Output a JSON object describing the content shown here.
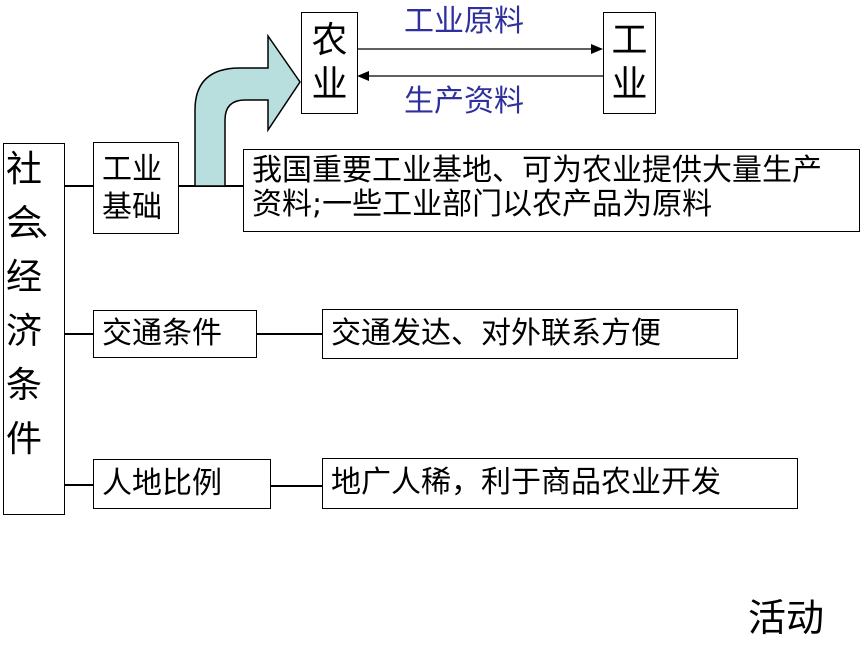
{
  "left_title": {
    "chars": [
      "社",
      "会",
      "、",
      "经",
      "济",
      "条",
      "件"
    ]
  },
  "factors": [
    {
      "label_lines": [
        "工业",
        "基础"
      ],
      "description": "我国重要工业基地、可为农业提供大量生产资料;一些工业部门以农产品为原料"
    },
    {
      "label": "交通条件",
      "description": "交通发达、对外联系方便"
    },
    {
      "label": "人地比例",
      "description": "地广人稀，利于商品农业开发"
    }
  ],
  "exchange": {
    "left_box_chars": [
      "农",
      "业"
    ],
    "right_box_chars": [
      "工",
      "业"
    ],
    "top_label": "工业原料",
    "bottom_label": "生产资料",
    "label_color": "#2f2f9e"
  },
  "curved_arrow": {
    "color": "#b9dede",
    "icon": "curved-up-right-arrow"
  },
  "footer": {
    "label": "活动"
  }
}
